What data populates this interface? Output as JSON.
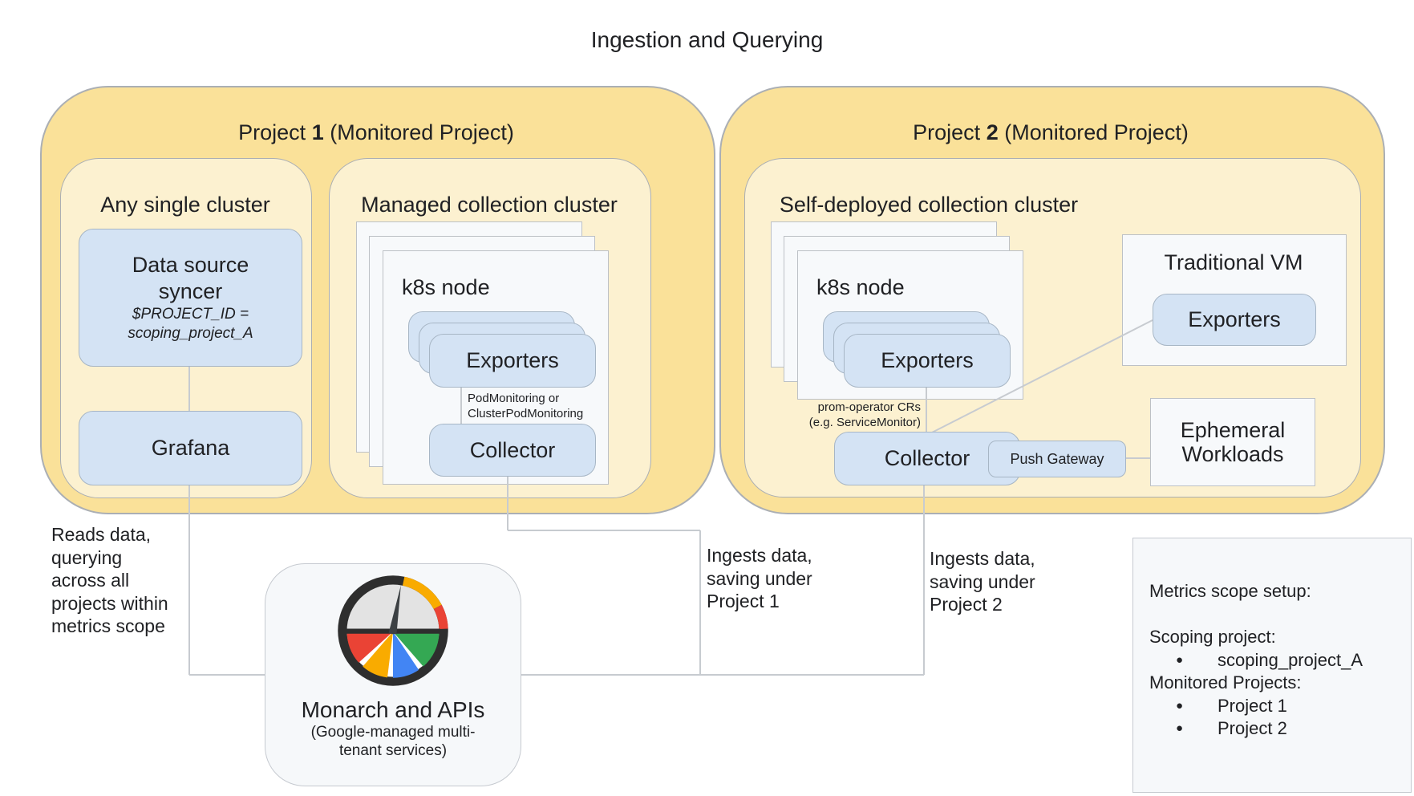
{
  "title": "Ingestion and Querying",
  "colors": {
    "project_fill": "#FAE199",
    "cluster_fill": "#FCF1D0",
    "component_fill": "#D4E3F4",
    "card_fill": "#F7F9FB",
    "panel_fill": "#F6F8FA",
    "connector": "#C7CBD0",
    "text": "#202124",
    "google_blue": "#4285F4",
    "google_red": "#EA4335",
    "google_yellow": "#F9AB00",
    "google_green": "#34A853"
  },
  "project1": {
    "header": {
      "prefix": "Project ",
      "number": "1",
      "suffix": " (Monitored Project)"
    },
    "any_single_cluster": {
      "title": "Any single cluster",
      "data_source_syncer": {
        "label": "Data source syncer",
        "sub_line1": "$PROJECT_ID =",
        "sub_line2": "scoping_project_A"
      },
      "grafana_label": "Grafana"
    },
    "managed_cluster": {
      "title": "Managed collection cluster",
      "node_label": "k8s node",
      "exporters_label": "Exporters",
      "monitoring_note_line1": "PodMonitoring or",
      "monitoring_note_line2": "ClusterPodMonitoring",
      "collector_label": "Collector"
    }
  },
  "project2": {
    "header": {
      "prefix": "Project ",
      "number": "2",
      "suffix": " (Monitored Project)"
    },
    "self_deployed_cluster": {
      "title": "Self-deployed collection cluster",
      "node_label": "k8s node",
      "exporters_label": "Exporters",
      "operator_note_line1": "prom-operator CRs",
      "operator_note_line2": "(e.g. ServiceMonitor)",
      "collector_label": "Collector",
      "push_gateway_label": "Push Gateway"
    },
    "traditional_vm": {
      "title": "Traditional VM",
      "exporters_label": "Exporters"
    },
    "ephemeral_workloads_label": "Ephemeral Workloads"
  },
  "monarch": {
    "label": "Monarch and APIs",
    "sublabel": "(Google-managed multi-tenant services)",
    "icon": "prometheus-gauge-icon"
  },
  "annotations": {
    "reads_data": {
      "lines": [
        "Reads data,",
        "querying",
        "across all",
        "projects within",
        "metrics scope"
      ]
    },
    "ingest_project1": {
      "lines": [
        "Ingests data,",
        "saving under",
        "Project 1"
      ]
    },
    "ingest_project2": {
      "lines": [
        "Ingests data,",
        "saving under",
        "Project 2"
      ]
    }
  },
  "metrics_scope": {
    "heading": "Metrics scope setup:",
    "scoping_label": "Scoping project:",
    "scoping_items": [
      "scoping_project_A"
    ],
    "monitored_label": "Monitored Projects:",
    "monitored_items": [
      "Project 1",
      "Project 2"
    ]
  }
}
